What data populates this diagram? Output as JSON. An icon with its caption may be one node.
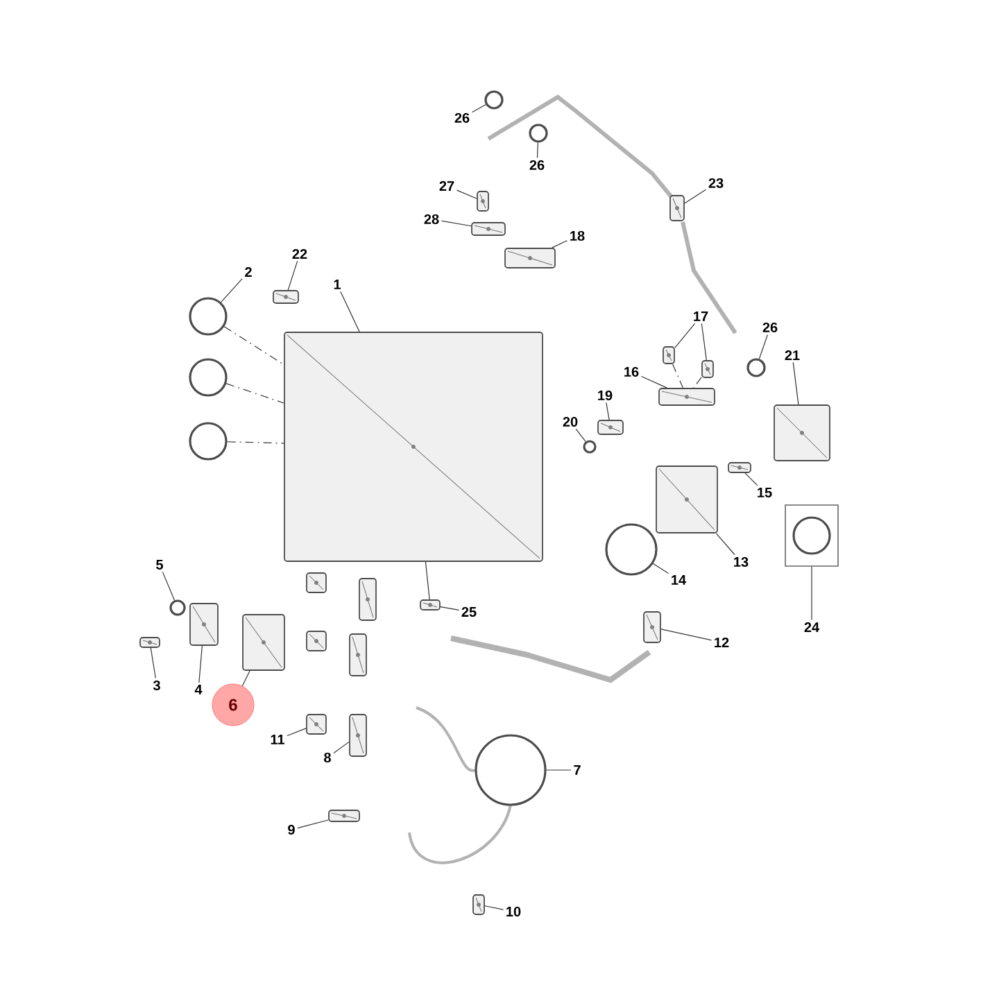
{
  "diagram": {
    "nodes": [
      {
        "text": [
          "26"
        ]
      },
      {
        "text": [
          "26"
        ]
      },
      {
        "text": [
          "23"
        ]
      },
      {
        "text": [
          "27"
        ]
      },
      {
        "text": [
          "28"
        ]
      },
      {
        "text": [
          "18"
        ]
      },
      {
        "text": [
          "22"
        ]
      },
      {
        "text": [
          "2"
        ]
      },
      {
        "text": [
          "1"
        ]
      },
      {
        "text": [
          "17"
        ]
      },
      {
        "text": [
          "26"
        ]
      },
      {
        "text": [
          "21"
        ]
      },
      {
        "text": [
          "16"
        ]
      },
      {
        "text": [
          "19"
        ]
      },
      {
        "text": [
          "20"
        ]
      },
      {
        "text": [
          "15"
        ]
      },
      {
        "text": [
          "13"
        ]
      },
      {
        "text": [
          "14"
        ]
      },
      {
        "text": [
          "25"
        ]
      },
      {
        "text": [
          "5"
        ]
      },
      {
        "text": [
          "24"
        ]
      },
      {
        "text": [
          "12"
        ]
      },
      {
        "text": [
          "3"
        ]
      },
      {
        "text": [
          "4"
        ]
      },
      {
        "text": [
          "6"
        ]
      },
      {
        "text": [
          "11"
        ]
      },
      {
        "text": [
          "8"
        ]
      },
      {
        "text": [
          "7"
        ]
      },
      {
        "text": [
          "9"
        ]
      },
      {
        "text": [
          "10"
        ]
      },
      {
        "text": [],
        "shape": "circle"
      },
      {
        "text": [],
        "shape": "circle"
      },
      {
        "text": [],
        "shape": "picture"
      },
      {
        "text": [],
        "shape": "picture"
      },
      {
        "text": [],
        "shape": "picture"
      },
      {
        "text": [],
        "shape": "picture"
      },
      {
        "text": [],
        "shape": "picture"
      },
      {
        "text": [],
        "shape": "circle"
      },
      {
        "text": [],
        "shape": "circle"
      },
      {
        "text": [],
        "shape": "circle"
      },
      {
        "text": [],
        "shape": "picture"
      },
      {
        "text": [],
        "shape": "picture"
      },
      {
        "text": [],
        "shape": "picture"
      },
      {
        "text": [],
        "shape": "circle"
      },
      {
        "text": [],
        "shape": "picture"
      },
      {
        "text": [],
        "shape": "picture"
      },
      {
        "text": [],
        "shape": "picture"
      },
      {
        "text": [],
        "shape": "circle"
      },
      {
        "text": [],
        "shape": "picture"
      },
      {
        "text": [],
        "shape": "picture"
      },
      {
        "text": [],
        "shape": "circle"
      },
      {
        "text": [],
        "shape": "box"
      },
      {
        "text": [],
        "shape": "circle",
        "in": 51
      },
      {
        "text": [],
        "shape": "picture"
      },
      {
        "text": [],
        "shape": "picture"
      },
      {
        "text": [],
        "shape": "circle"
      },
      {
        "text": [],
        "shape": "picture"
      },
      {
        "text": [],
        "shape": "picture"
      },
      {
        "text": [],
        "shape": "picture"
      },
      {
        "text": [],
        "shape": "picture"
      },
      {
        "text": [],
        "shape": "picture"
      },
      {
        "text": [],
        "shape": "picture"
      },
      {
        "text": [],
        "shape": "picture"
      },
      {
        "text": [],
        "shape": "picture"
      },
      {
        "text": [],
        "shape": "picture"
      },
      {
        "text": [],
        "shape": "circle"
      },
      {
        "text": [],
        "shape": "picture"
      },
      {
        "text": [],
        "shape": "picture"
      }
    ],
    "edges": [
      {
        "from": 0,
        "to": 30,
        "arrow": "none"
      },
      {
        "from": 1,
        "to": 31,
        "arrow": "none"
      },
      {
        "from": 2,
        "to": 32,
        "arrow": "none"
      },
      {
        "from": 3,
        "to": 33,
        "arrow": "none"
      },
      {
        "from": 4,
        "to": 34,
        "arrow": "none"
      },
      {
        "from": 5,
        "to": 35,
        "arrow": "none"
      },
      {
        "from": 6,
        "to": 36,
        "arrow": "none"
      },
      {
        "from": 7,
        "to": 37,
        "arrow": "none"
      },
      {
        "from": 8,
        "to": 40,
        "arrow": "none"
      },
      {
        "from": 9,
        "to": 41,
        "arrow": "none"
      },
      {
        "from": 9,
        "to": 42,
        "arrow": "none"
      },
      {
        "from": 10,
        "to": 43,
        "arrow": "none"
      },
      {
        "from": 11,
        "to": 44,
        "arrow": "none"
      },
      {
        "from": 12,
        "to": 45,
        "arrow": "none"
      },
      {
        "from": 13,
        "to": 46,
        "arrow": "none"
      },
      {
        "from": 14,
        "to": 47,
        "arrow": "none"
      },
      {
        "from": 15,
        "to": 48,
        "arrow": "none"
      },
      {
        "from": 16,
        "to": 49,
        "arrow": "none"
      },
      {
        "from": 17,
        "to": 50,
        "arrow": "none"
      },
      {
        "from": 18,
        "to": 53,
        "arrow": "none"
      },
      {
        "from": 19,
        "to": 55,
        "arrow": "none"
      },
      {
        "from": 20,
        "to": 51,
        "arrow": "none"
      },
      {
        "from": 21,
        "to": 54,
        "arrow": "none"
      },
      {
        "from": 22,
        "to": 57,
        "arrow": "none"
      },
      {
        "from": 23,
        "to": 56,
        "arrow": "none"
      },
      {
        "from": 24,
        "to": 58,
        "arrow": "none"
      },
      {
        "from": 25,
        "to": 63,
        "arrow": "none"
      },
      {
        "from": 26,
        "to": 64,
        "arrow": "none"
      },
      {
        "from": 27,
        "to": 65,
        "arrow": "none"
      },
      {
        "from": 28,
        "to": 66,
        "arrow": "none"
      },
      {
        "from": 29,
        "to": 67,
        "arrow": "none"
      },
      {
        "from": 37,
        "to": 40,
        "arrow": "none",
        "style": "dashed"
      },
      {
        "from": 38,
        "to": 40,
        "arrow": "none",
        "style": "dashed"
      },
      {
        "from": 39,
        "to": 40,
        "arrow": "none",
        "style": "dashed"
      },
      {
        "from": 41,
        "to": 45,
        "arrow": "none",
        "style": "dashed"
      },
      {
        "from": 42,
        "to": 45,
        "arrow": "none",
        "style": "dashed"
      },
      {
        "from": 53,
        "to": 40,
        "arrow": "none"
      }
    ]
  }
}
